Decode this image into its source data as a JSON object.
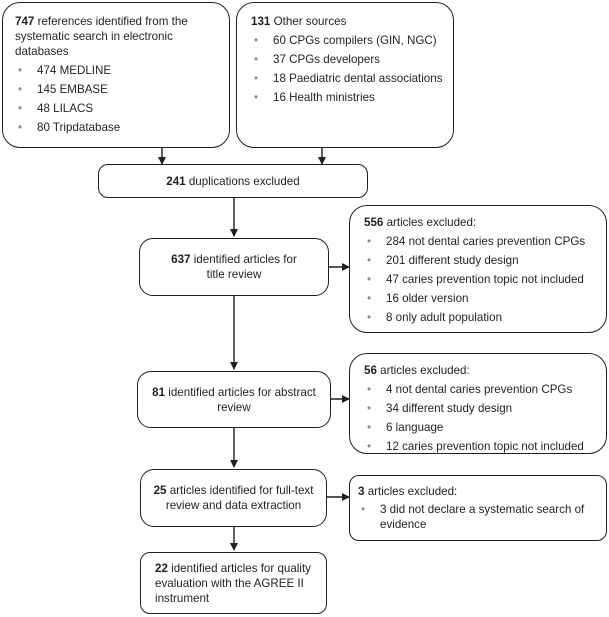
{
  "identification": {
    "database_search": {
      "count": "747",
      "text": "references identified from the systematic search in electronic databases",
      "items": [
        "474 MEDLINE",
        "145 EMBASE",
        "48 LILACS",
        "80 Tripdatabase"
      ]
    },
    "other_sources": {
      "count": "131",
      "text": "Other sources",
      "items": [
        "60 CPGs compilers (GIN, NGC)",
        "37 CPGs developers",
        "18 Paediatric dental associations",
        "16 Health ministries"
      ]
    }
  },
  "duplicates": {
    "count": "241",
    "text": "duplications excluded"
  },
  "title_review": {
    "count": "637",
    "text": "identified articles for title review"
  },
  "title_excluded": {
    "count": "556",
    "text": "articles excluded:",
    "items": [
      "284 not dental caries prevention CPGs",
      "201 different study design",
      "47 caries prevention topic not included",
      "16 older version",
      "8 only adult population"
    ]
  },
  "abstract_review": {
    "count": "81",
    "text": "identified articles for abstract review"
  },
  "abstract_excluded": {
    "count": "56",
    "text": "articles excluded:",
    "items": [
      "4 not dental caries prevention CPGs",
      "34 different study design",
      "6 language",
      "12 caries prevention topic not included"
    ]
  },
  "fulltext_review": {
    "count": "25",
    "text": "articles identified for full-text review and data extraction"
  },
  "fulltext_excluded": {
    "count": "3",
    "text": "articles excluded:",
    "items": [
      "3 did not declare a systematic search of evidence"
    ]
  },
  "final": {
    "count": "22",
    "text": "identified articles for quality evaluation with the AGREE II instrument"
  }
}
